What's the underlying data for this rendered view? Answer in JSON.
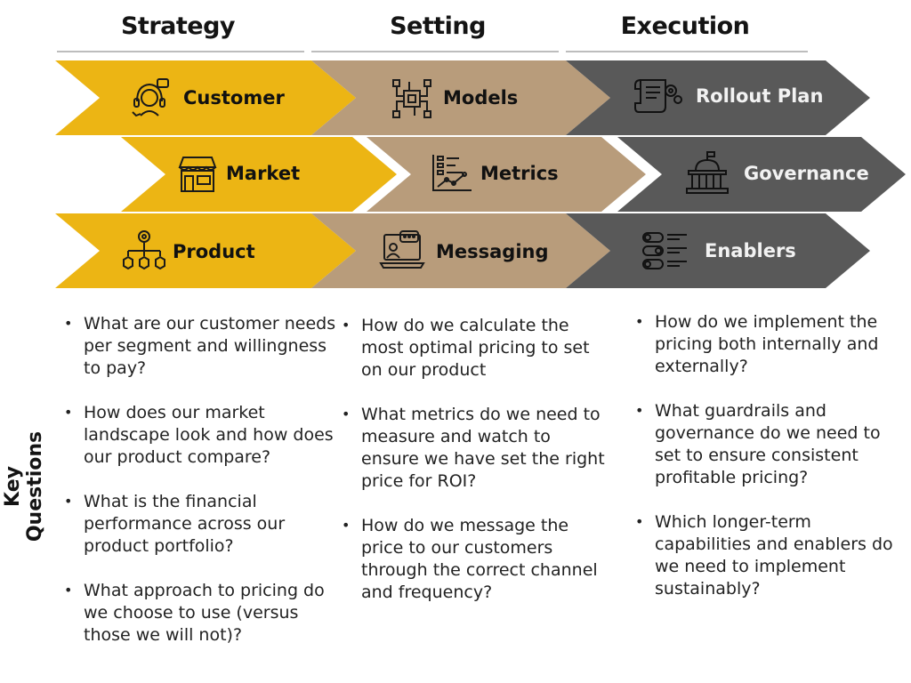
{
  "phases": [
    {
      "title": "Strategy",
      "items": [
        "Customer",
        "Market",
        "Product"
      ]
    },
    {
      "title": "Setting",
      "items": [
        "Models",
        "Metrics",
        "Messaging"
      ]
    },
    {
      "title": "Execution",
      "items": [
        "Rollout Plan",
        "Governance",
        "Enablers"
      ]
    }
  ],
  "colors": {
    "strategy": "#ecb514",
    "setting": "#b89c7b",
    "execution": "#595959"
  },
  "icons": {
    "customer": "customer-service-icon",
    "market": "storefront-icon",
    "product": "product-hierarchy-icon",
    "models": "circuit-chip-icon",
    "metrics": "analytics-chart-icon",
    "messaging": "laptop-chat-icon",
    "rollout": "paper-scroll-gears-icon",
    "governance": "government-building-icon",
    "enablers": "toggle-list-icon"
  },
  "side_label": "Key Questions",
  "questions": {
    "strategy": [
      "What are our customer needs per segment and willingness to pay?",
      "How does our market landscape look and how does our product compare?",
      "What is the financial performance across our product portfolio?",
      "What approach to pricing do we choose to use (versus those we will not)?"
    ],
    "setting": [
      "How do we calculate the most optimal pricing to set on our product",
      "What metrics do we need to measure and watch to ensure we have set the right price for ROI?",
      "How do we message the price to our customers through the correct channel and frequency?"
    ],
    "execution": [
      "How do we implement the pricing both internally and externally?",
      "What guardrails and governance do we need to set to ensure consistent profitable pricing?",
      "Which longer-term capabilities and enablers do we need to implement sustainably?"
    ]
  }
}
